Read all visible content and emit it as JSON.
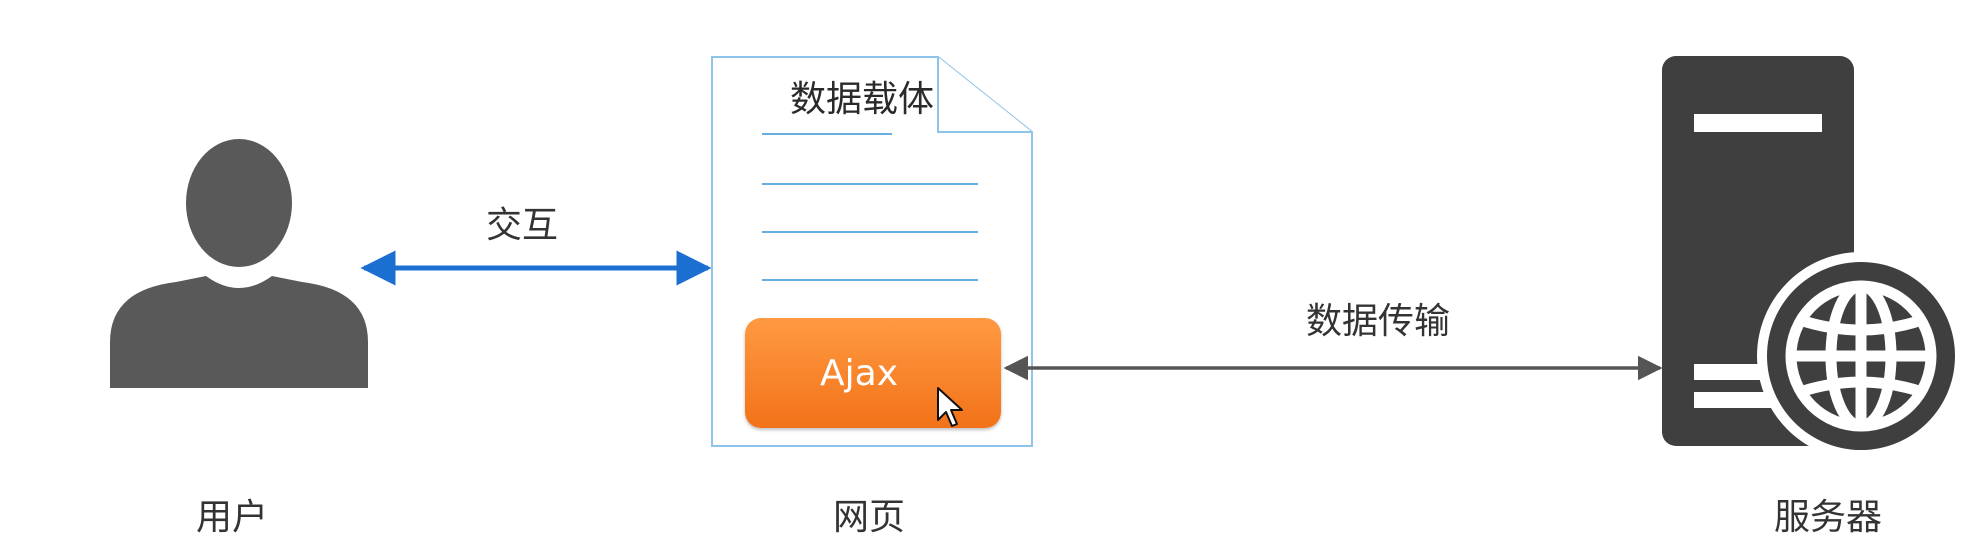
{
  "nodes": {
    "user": "用户",
    "webpage": "网页",
    "server": "服务器"
  },
  "edges": {
    "interaction": "交互",
    "data_transfer": "数据传输"
  },
  "document": {
    "title": "数据载体",
    "button_label": "Ajax"
  },
  "icons": {
    "user": "person-silhouette-icon",
    "document": "document-page-icon",
    "server": "server-tower-icon",
    "globe": "globe-icon",
    "cursor": "mouse-pointer-icon"
  },
  "colors": {
    "icon_gray": "#595959",
    "interaction_arrow": "#1a6fd0",
    "transfer_arrow": "#555555",
    "document_border": "#8ec3ea",
    "document_lines": "#6aaee0",
    "button_orange": "#f47a20",
    "label_text": "#333333"
  }
}
